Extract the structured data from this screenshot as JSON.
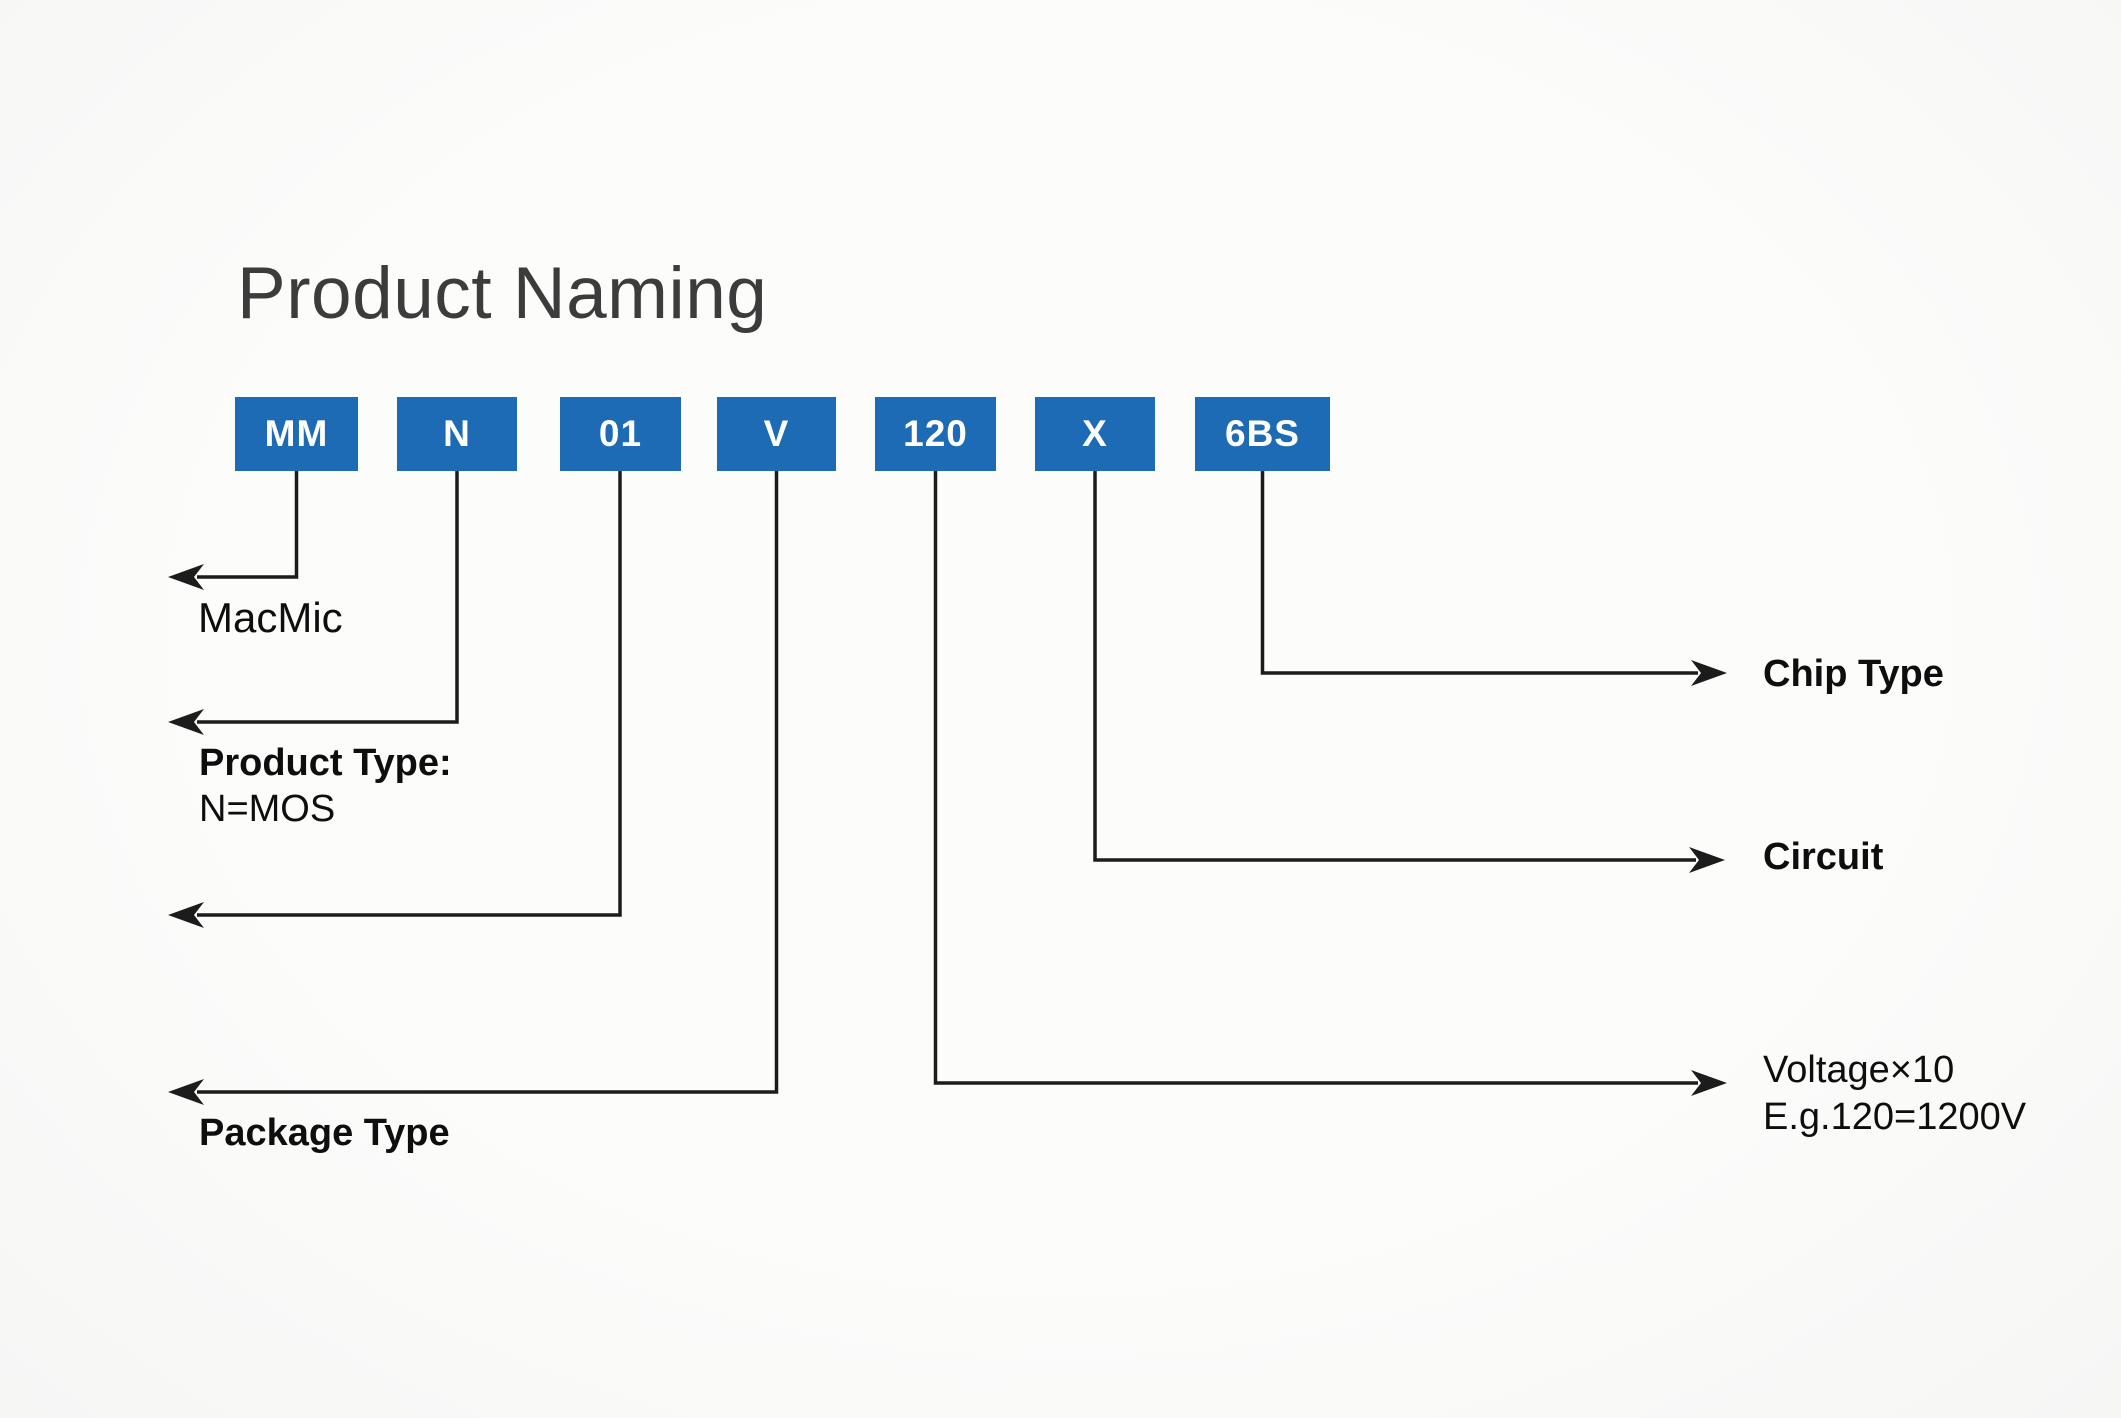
{
  "title": "Product Naming",
  "colors": {
    "box_blue": "#1c6bb4",
    "line_black": "#1c1c1c",
    "title_gray": "#3c3c3c"
  },
  "segments": [
    {
      "code": "MM",
      "label_lines": [
        "MacMic"
      ]
    },
    {
      "code": "N",
      "label_lines": [
        "Product Type:",
        "N=MOS"
      ]
    },
    {
      "code": "01",
      "label_lines": []
    },
    {
      "code": "V",
      "label_lines": [
        "Package Type"
      ]
    },
    {
      "code": "120",
      "label_lines": [
        "Voltage×10",
        "E.g.120=1200V"
      ]
    },
    {
      "code": "X",
      "label_lines": [
        "Circuit"
      ]
    },
    {
      "code": "6BS",
      "label_lines": [
        "Chip Type"
      ]
    }
  ]
}
